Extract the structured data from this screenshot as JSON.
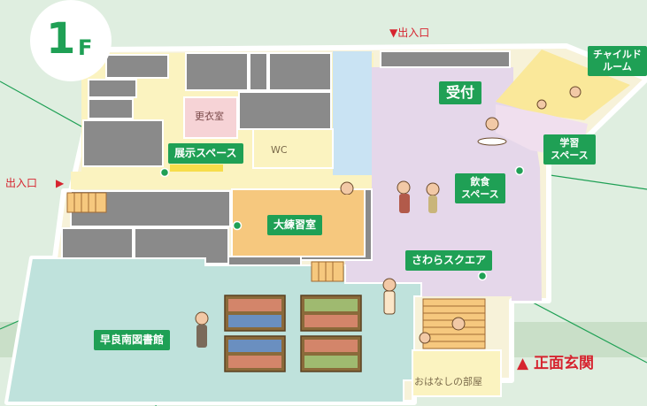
{
  "floor": {
    "number": "1",
    "suffix": "F"
  },
  "entrances": {
    "top": "▼出入口",
    "left": "出入口",
    "left_arrow": "▶",
    "main": "▲ 正面玄関"
  },
  "rooms": {
    "changing_room": "更衣室",
    "wc": "WC",
    "exhibition_space": "展示スペース",
    "reception": "受付",
    "child_room": [
      "チャイルド",
      "ルーム"
    ],
    "study_space": [
      "学習",
      "スペース"
    ],
    "eating_space": [
      "飲食",
      "スペース"
    ],
    "large_practice_room": "大練習室",
    "sawara_square": "さわらスクエア",
    "library": "早良南図書館",
    "story_room": "おはなしの部屋"
  },
  "colors": {
    "background": "#dfeee0",
    "floor_outline": "#ffffff",
    "gray_block": "#8a8a8a",
    "yellow_area": "#fbf3c0",
    "blue_corridor": "#c9e3f3",
    "lavender_area": "#e5d7ea",
    "orange_area": "#f6c87e",
    "teal_area": "#bfe2dc",
    "child_room": "#fae89a",
    "label_green": "#1fa055",
    "entrance_red": "#d6242f"
  }
}
